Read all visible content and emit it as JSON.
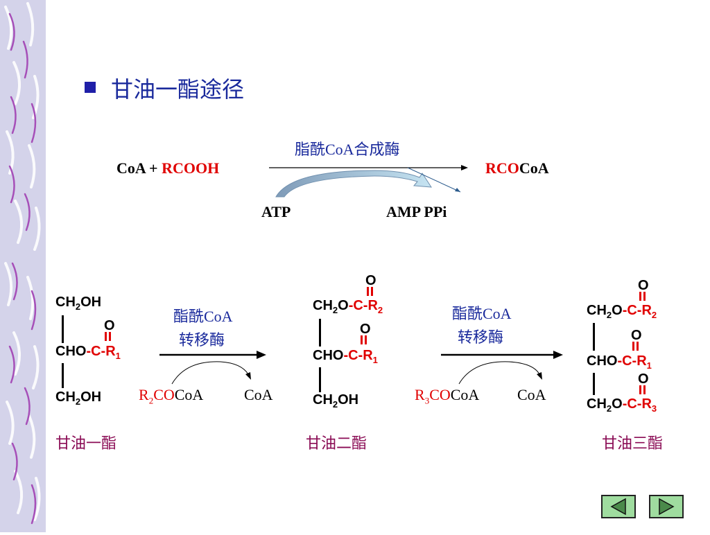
{
  "title": "甘油一酯途径",
  "activation": {
    "reactant_coa": "CoA + ",
    "reactant_acid": "RCOOH",
    "enzyme": "脂酰CoA合成酶",
    "product_rco": "RCO",
    "product_coa": "CoA",
    "atp": "ATP",
    "amp_ppi": "AMP  PPi"
  },
  "step1": {
    "enzyme_line1": "酯酰CoA",
    "enzyme_line2": "转移酶",
    "reagent_r": "R",
    "reagent_sub": "2",
    "reagent_co": "CO",
    "reagent_coa": "CoA",
    "product_coa": "CoA"
  },
  "step2": {
    "enzyme_line1": "酯酰CoA",
    "enzyme_line2": "转移酶",
    "reagent_r": "R",
    "reagent_sub": "3",
    "reagent_co": "CO",
    "reagent_coa": "CoA",
    "product_coa": "CoA"
  },
  "labels": {
    "monoglyceride": "甘油一酯",
    "diglyceride": "甘油二酯",
    "triglyceride": "甘油三酯"
  },
  "colors": {
    "sidebar": "#d4d3ea",
    "title": "#1a2a9c",
    "red": "#e00000",
    "label": "#8a0b54",
    "nav": "#9fdc9f"
  }
}
